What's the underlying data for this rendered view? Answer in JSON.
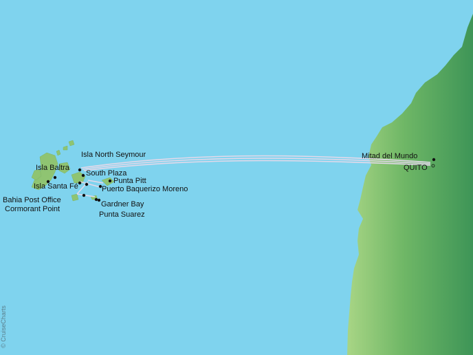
{
  "map": {
    "colors": {
      "ocean": "#7fd3ee",
      "land_light": "#9ccf7a",
      "land_dark": "#3f9a5a",
      "route": "#d8cfe3",
      "island": "#8fc472"
    },
    "ports": [
      {
        "id": "isla-north-seymour",
        "label": "Isla North Seymour"
      },
      {
        "id": "isla-baltra",
        "label": "Isla Baltra"
      },
      {
        "id": "south-plaza",
        "label": "South Plaza"
      },
      {
        "id": "isla-santa-fe",
        "label": "Isla Santa Fé"
      },
      {
        "id": "punta-pitt",
        "label": "Punta Pitt"
      },
      {
        "id": "puerto-baquerizo-moreno",
        "label": "Puerto Baquerizo Moreno"
      },
      {
        "id": "bahia-post-office",
        "label": "Bahia Post Office"
      },
      {
        "id": "cormorant-point",
        "label": "Cormorant Point"
      },
      {
        "id": "gardner-bay",
        "label": "Gardner Bay"
      },
      {
        "id": "punta-suarez",
        "label": "Punta Suarez"
      },
      {
        "id": "mitad-del-mundo",
        "label": "Mitad del Mundo"
      },
      {
        "id": "quito",
        "label": "QUITO"
      }
    ],
    "credit": "© CruiseCharts"
  }
}
